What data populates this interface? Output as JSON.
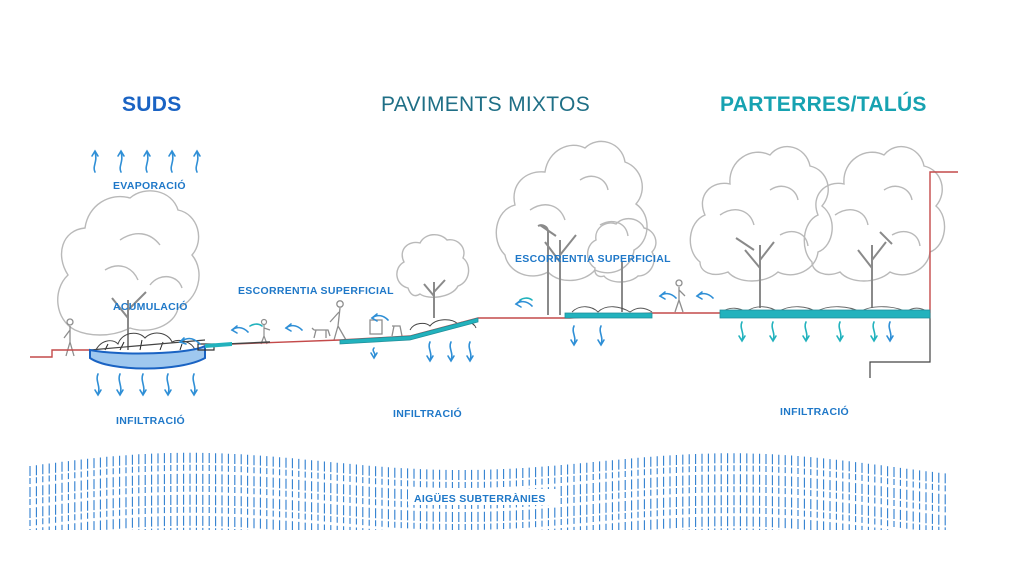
{
  "colors": {
    "suds": "#1a63c3",
    "mixtos": "#1f6f86",
    "parterres": "#17a2b1",
    "label": "#1f78c8",
    "water": "#2f8fd6",
    "teal": "#22b2bd",
    "ground": "#c44a4a",
    "groundwater": "#2f7fd0"
  },
  "sections": {
    "suds": "SUDS",
    "mixtos": "PAVIMENTS MIXTOS",
    "parterres": "PARTERRES/TALÚS"
  },
  "labels": {
    "evaporacio": "EVAPORACIÓ",
    "acumulacio": "ACUMULACIÓ",
    "escorrentia_left": "ESCORRENTIA SUPERFICIAL",
    "escorrentia_right": "ESCORRENTIA SUPERFICIAL",
    "infiltracio_left": "INFILTRACIÓ",
    "infiltracio_mid": "INFILTRACIÓ",
    "infiltracio_right": "INFILTRACIÓ",
    "aigues": "AIGÜES SUBTERRÀNIES"
  }
}
